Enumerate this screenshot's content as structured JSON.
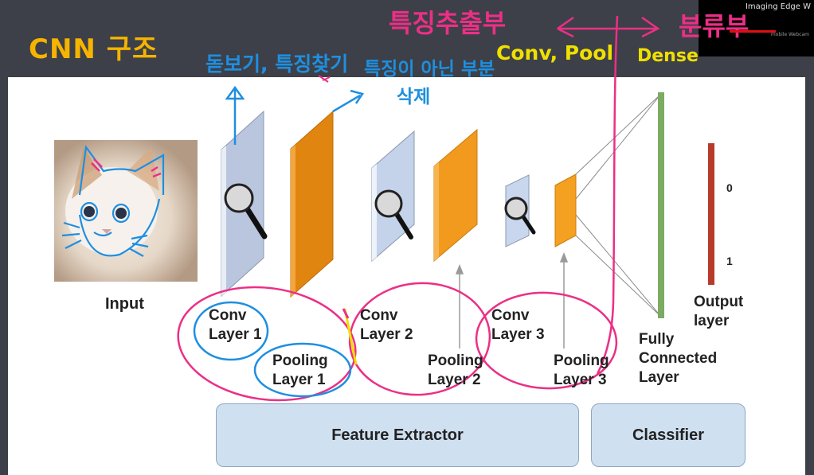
{
  "slide": {
    "title": "CNN 구조"
  },
  "diagram": {
    "input_label": "Input",
    "conv1": "Conv\nLayer 1",
    "pool1": "Pooling\nLayer 1",
    "conv2": "Conv\nLayer 2",
    "pool2": "Pooling\nLayer 2",
    "conv3": "Conv\nLayer 3",
    "pool3": "Pooling\nLayer 3",
    "fc": "Fully\nConnected\nLayer",
    "output": "Output\nlayer",
    "out0": "0",
    "out1": "1",
    "feature_extractor": "Feature Extractor",
    "classifier": "Classifier"
  },
  "annotations": {
    "feature_extraction_part": "특징추출부",
    "classification_part": "분류부",
    "conv_pool": "Conv, Pool",
    "dense": "Dense",
    "magnify_find": "돋보기, 특징찾기",
    "remove_non_feature": "특징이 아닌 부분",
    "remove_word": "삭제"
  },
  "overlay": {
    "app_name": "Imaging Edge W",
    "sub_text": "mobile Webcam"
  },
  "colors": {
    "title": "#f5b400",
    "annotation_pink": "#ec2f86",
    "annotation_blue": "#1e8fe0",
    "annotation_yellow": "#f0e000",
    "conv_layer": "#b8c7e0",
    "pool_layer": "#e58a17",
    "fc_layer": "#7cab62",
    "output_layer": "#b83a2a",
    "box_fill": "#cfe0f1"
  }
}
